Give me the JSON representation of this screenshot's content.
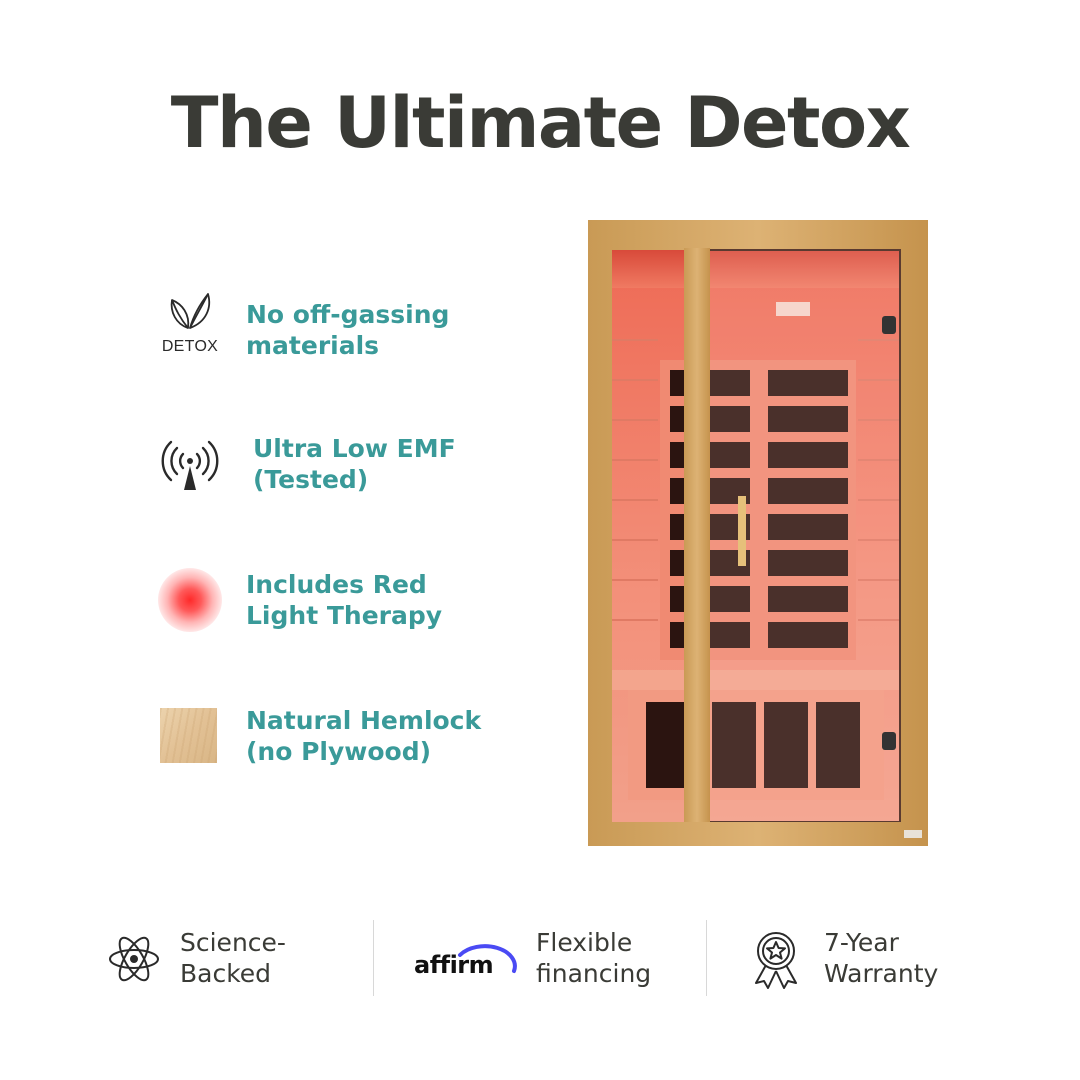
{
  "title": "The Ultimate Detox",
  "colors": {
    "heading": "#3a3b36",
    "accent_teal": "#3a9a99",
    "red_light": "#ff2a2a",
    "affirm_arc": "#4a4af4"
  },
  "features": [
    {
      "icon": "leaf-icon",
      "icon_caption": "DETOX",
      "label": "No off-gassing\nmaterials"
    },
    {
      "icon": "antenna-signal-icon",
      "label": "Ultra Low EMF\n(Tested)"
    },
    {
      "icon": "red-light-icon",
      "label": "Includes Red\nLight Therapy"
    },
    {
      "icon": "wood-swatch-icon",
      "label": "Natural Hemlock\n(no Plywood)"
    }
  ],
  "bottom": [
    {
      "icon": "atom-icon",
      "label": "Science-\nBacked"
    },
    {
      "icon": "affirm-logo",
      "logo_text": "affirm",
      "label": "Flexible\nfinancing"
    },
    {
      "icon": "award-ribbon-icon",
      "label": "7-Year\nWarranty"
    }
  ]
}
